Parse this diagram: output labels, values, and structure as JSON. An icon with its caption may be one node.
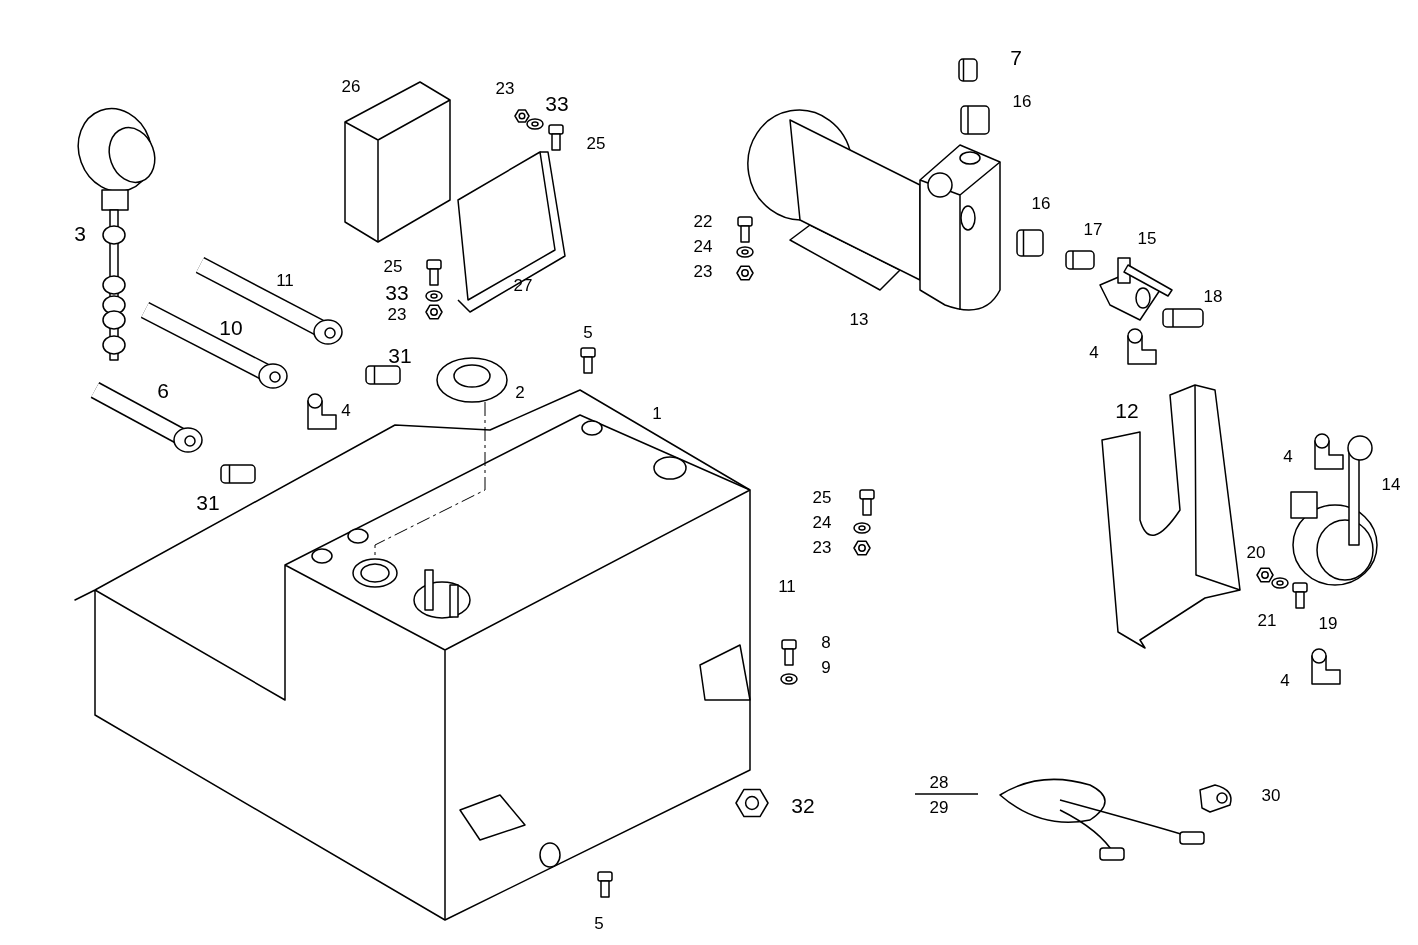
{
  "diagram": {
    "nodes": [
      {
        "text": [],
        "shape": "picture",
        "beside": [
          "2"
        ]
      },
      {
        "text": [],
        "shape": "picture"
      }
    ],
    "edges": [
      {
        "from": 0,
        "to": 1,
        "arrow": "none",
        "style": "dashed"
      }
    ],
    "labels": [
      "7",
      "26",
      "23",
      "16",
      "33",
      "25",
      "16",
      "22",
      "17",
      "3",
      "15",
      "24",
      "25",
      "23",
      "11",
      "27",
      "33",
      "18",
      "23",
      "13",
      "10",
      "5",
      "4",
      "31",
      "6",
      "4",
      "12",
      "1",
      "4",
      "14",
      "25",
      "31",
      "24",
      "23",
      "20",
      "11",
      "21",
      "19",
      "8",
      "9",
      "4",
      "28",
      "30",
      "29",
      "32",
      "5"
    ]
  }
}
